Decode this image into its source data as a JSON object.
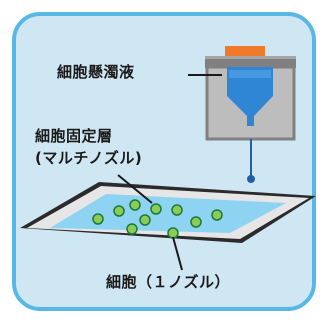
{
  "labels": {
    "cell_suspension": "細胞懸濁液",
    "fixed_layer_line1": "細胞固定層",
    "fixed_layer_line2": "(マルチノズル)",
    "single_cell": "細胞（１ノズル）"
  },
  "colors": {
    "panel_fill": "#cfe6f3",
    "panel_border": "#57b8e6",
    "dispenser_body": "#808080",
    "dispenser_cap": "#f07a2a",
    "liquid": "#2f86d4",
    "plate_fill": "#8fd3f3",
    "cell_fill": "#8ccc56",
    "drop": "#1f5fa8"
  },
  "icons": [
    "dispenser-icon",
    "droplet-icon",
    "cell-icon"
  ]
}
